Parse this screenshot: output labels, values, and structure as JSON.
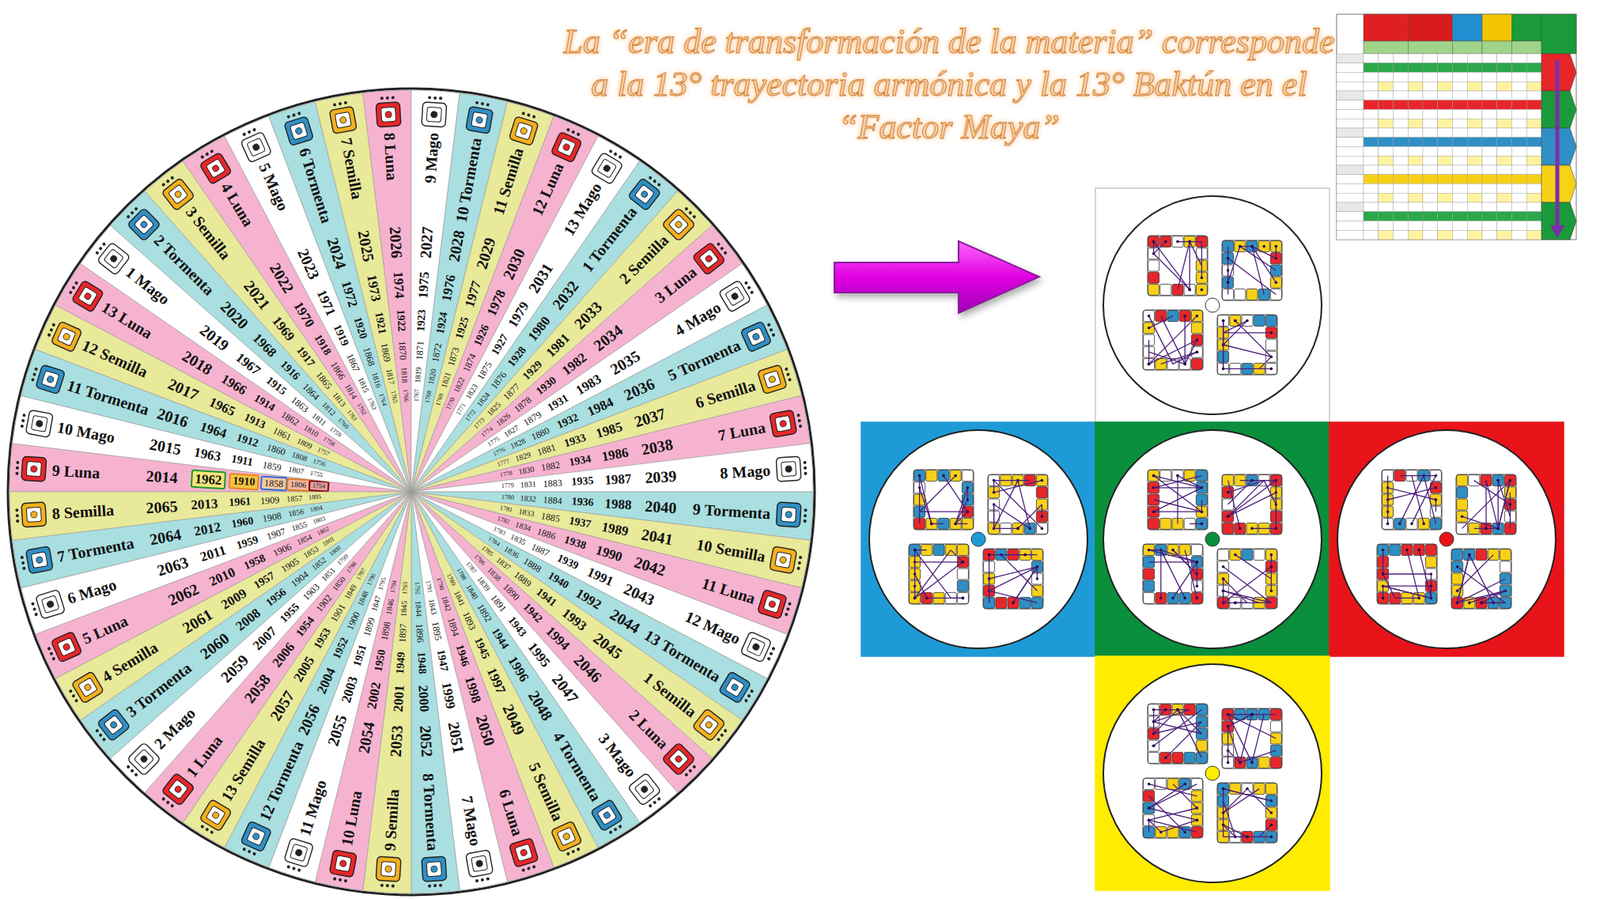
{
  "diagram": {
    "title": "La “era de transformación de la materia” corresponde a la 13° trayectoria armónica y la 13° Baktún en el “Factor Maya”",
    "nodes": [
      {
        "text": [
          "9 Luna",
          "2014"
        ]
      },
      {
        "text": [
          "10 Mago",
          "2015",
          "1963",
          "1911",
          "1859",
          "1807",
          "1755"
        ]
      },
      {
        "text": [
          "11 Tormenta",
          "2016",
          "1964",
          "1912",
          "1860",
          "1808",
          "1756"
        ]
      },
      {
        "text": [
          "12 Semilla",
          "2017",
          "1965",
          "1913",
          "1861",
          "1809",
          "1757"
        ]
      },
      {
        "text": [
          "13 Luna",
          "2018",
          "1966",
          "1914",
          "1862",
          "1810",
          "1758"
        ]
      },
      {
        "text": [
          "1 Mago",
          "2019",
          "1967",
          "1915",
          "1863",
          "1811",
          "1759"
        ]
      },
      {
        "text": [
          "2 Tormenta",
          "2020",
          "1968",
          "1916",
          "1864",
          "1812",
          "1760"
        ]
      },
      {
        "text": [
          "3 Semilla",
          "2021",
          "1969",
          "1917",
          "1865",
          "1813",
          "1761"
        ]
      },
      {
        "text": [
          "4 Luna",
          "2022",
          "1970",
          "1918",
          "1866",
          "1814",
          "1762"
        ]
      },
      {
        "text": [
          "5 Mago",
          "2023",
          "1971",
          "1919",
          "1867",
          "1815",
          "1763"
        ]
      },
      {
        "text": [
          "6 Tormenta",
          "2024",
          "1972",
          "1920",
          "1868",
          "1816",
          "1764"
        ]
      },
      {
        "text": [
          "7 Semilla",
          "2025",
          "1973",
          "1921",
          "1869",
          "1817",
          "1765"
        ]
      },
      {
        "text": [
          "8 Luna",
          "2026",
          "1974",
          "1922",
          "1870",
          "1818",
          "1766"
        ]
      },
      {
        "text": [
          "9 Mago",
          "2027",
          "1975",
          "1923",
          "1871",
          "1819",
          "1767"
        ]
      },
      {
        "text": [
          "10 Tormenta",
          "2028",
          "1976",
          "1924",
          "1872",
          "1820",
          "1768"
        ]
      },
      {
        "text": [
          "11 Semilla",
          "2029",
          "1977",
          "1925",
          "1873",
          "1821",
          "1769"
        ]
      },
      {
        "text": [
          "12 Luna",
          "2030",
          "1978",
          "1926",
          "1874",
          "1822",
          "1770"
        ]
      },
      {
        "text": [
          "13 Mago",
          "2031",
          "1979",
          "1927",
          "1875",
          "1823",
          "1771"
        ]
      },
      {
        "text": [
          "1 Tormenta",
          "2032",
          "1980",
          "1928",
          "1876",
          "1824",
          "1772"
        ]
      },
      {
        "text": [
          "2 Semilla",
          "2033",
          "1981",
          "1929",
          "1877",
          "1825",
          "1773"
        ]
      },
      {
        "text": [
          "3 Luna",
          "2034",
          "1982",
          "1930",
          "1878",
          "1826",
          "1774"
        ]
      },
      {
        "text": [
          "4 Mago",
          "2035",
          "1983",
          "1931",
          "1879",
          "1827",
          "1775"
        ]
      },
      {
        "text": [
          "5 Tormenta",
          "2036",
          "1984",
          "1932",
          "1880",
          "1828",
          "1776"
        ]
      },
      {
        "text": [
          "6 Semilla",
          "2037",
          "1985",
          "1933",
          "1881",
          "1829",
          "1777"
        ]
      },
      {
        "text": [
          "7 Luna",
          "2038",
          "1986",
          "1934",
          "1882",
          "1830",
          "1778"
        ]
      },
      {
        "text": [
          "8 Mago",
          "2039",
          "1987",
          "1935",
          "1883",
          "1831",
          "1779"
        ]
      },
      {
        "text": [
          "9 Tormenta",
          "2040",
          "1988",
          "1936",
          "1884",
          "1832",
          "1780"
        ]
      },
      {
        "text": [
          "10 Semilla",
          "2041",
          "1989",
          "1937",
          "1885",
          "1833",
          "1781"
        ]
      },
      {
        "text": [
          "11 Luna",
          "2042",
          "1990",
          "1938",
          "1886",
          "1834",
          "1782"
        ]
      },
      {
        "text": [
          "12 Mago",
          "2043",
          "1991",
          "1939",
          "1887",
          "1835",
          "1783"
        ]
      },
      {
        "text": [
          "13 Tormenta",
          "2044",
          "1992",
          "1940",
          "1888",
          "1836",
          "1784"
        ]
      },
      {
        "text": [
          "1 Semilla",
          "2045",
          "1993",
          "1941",
          "1889",
          "1837",
          "1785"
        ]
      },
      {
        "text": [
          "2 Luna",
          "2046",
          "1994",
          "1942",
          "1890",
          "1838",
          "1786"
        ]
      },
      {
        "text": [
          "3 Mago",
          "2047",
          "1995",
          "1943",
          "1891",
          "1839",
          "1787"
        ]
      },
      {
        "text": [
          "4 Tormenta",
          "2048",
          "1996",
          "1944",
          "1892",
          "1840",
          "1788"
        ]
      },
      {
        "text": [
          "5 Semilla",
          "2049",
          "1997",
          "1945",
          "1893",
          "1841",
          "1789"
        ]
      },
      {
        "text": [
          "6 Luna",
          "2050",
          "1998",
          "1946",
          "1894",
          "1842",
          "1790"
        ]
      },
      {
        "text": [
          "7 Mago",
          "2051",
          "1999",
          "1947",
          "1895",
          "1843",
          "1791"
        ]
      },
      {
        "text": [
          "8 Tormenta",
          "2052",
          "2000",
          "1948",
          "1896",
          "1844",
          "1792"
        ]
      },
      {
        "text": [
          "9 Semilla",
          "2053",
          "2001",
          "1949",
          "1897",
          "1845",
          "1793"
        ]
      },
      {
        "text": [
          "10 Luna",
          "2054",
          "2002",
          "1950",
          "1898",
          "1846",
          "1794"
        ]
      },
      {
        "text": [
          "11 Mago",
          "2055",
          "2003",
          "1951",
          "1899",
          "1847",
          "1795"
        ]
      },
      {
        "text": [
          "12 Tormenta",
          "2056",
          "2004",
          "1952",
          "1900",
          "1848",
          "1796"
        ]
      },
      {
        "text": [
          "13 Semilla",
          "2057",
          "2005",
          "1953",
          "1901",
          "1849",
          "1797"
        ]
      },
      {
        "text": [
          "1 Luna",
          "2058",
          "2006",
          "1954",
          "1902",
          "1850",
          "1798"
        ]
      },
      {
        "text": [
          "2 Mago",
          "2059",
          "2007",
          "1955",
          "1903",
          "1851",
          "1799"
        ]
      },
      {
        "text": [
          "3 Tormenta",
          "2060",
          "2008",
          "1956",
          "1904",
          "1852",
          "1800"
        ]
      },
      {
        "text": [
          "4 Semilla",
          "2061",
          "2009",
          "1957",
          "1905",
          "1853",
          "1801"
        ]
      },
      {
        "text": [
          "5 Luna",
          "2062",
          "2010",
          "1958",
          "1906",
          "1854",
          "1802"
        ]
      },
      {
        "text": [
          "6 Mago",
          "2063",
          "2011",
          "1959",
          "1907",
          "1855",
          "1803"
        ]
      },
      {
        "text": [
          "7 Tormenta",
          "2064",
          "2012",
          "1960",
          "1908",
          "1856",
          "1804"
        ]
      },
      {
        "text": [
          "8 Semilla",
          "2065",
          "2013",
          "1961",
          "1909",
          "1857",
          "1805"
        ]
      },
      {
        "text": [
          "1962"
        ],
        "in": 0
      },
      {
        "text": [
          "1910"
        ],
        "in": 0
      },
      {
        "text": [
          "1858"
        ],
        "in": 0
      },
      {
        "text": [
          "1806"
        ],
        "in": 0
      },
      {
        "text": [
          "1754"
        ],
        "in": 0
      }
    ]
  }
}
